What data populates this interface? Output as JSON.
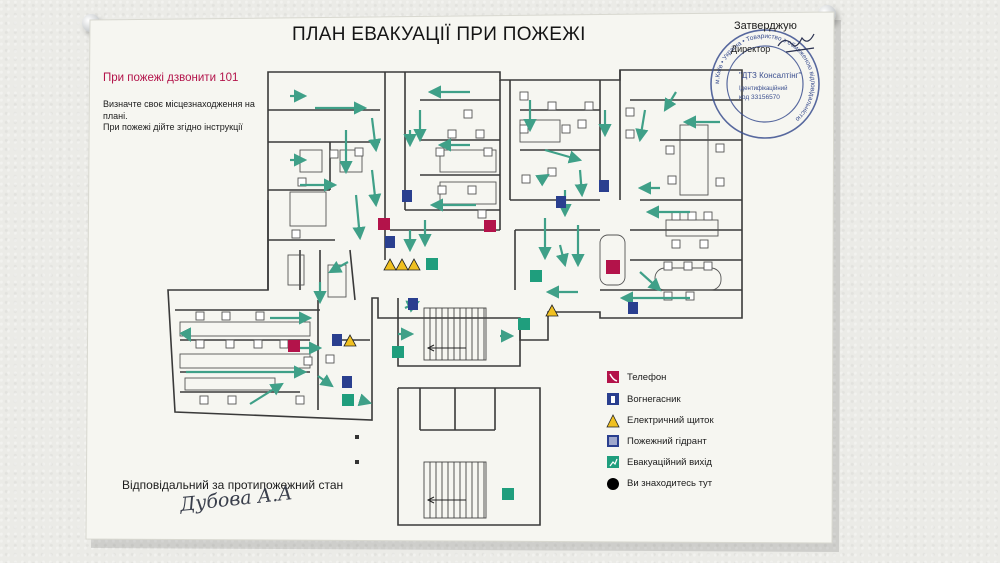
{
  "sign": {
    "title": "ПЛАН ЕВАКУАЦІЇ ПРИ ПОЖЕЖІ",
    "approval": {
      "approve_label": "Затверджую",
      "director_label": "Директор"
    },
    "emergency_call": "При пожежі дзвонити 101",
    "instructions": [
      "Визначте своє місцезнаходження на плані.",
      "При пожежі дійте згідно інструкції"
    ],
    "stamp": {
      "ring_text": "м.Київ • Україна • Товариство з обмеженою відповідальністю",
      "company": "\"ДТЗ Консалтінг\"",
      "id_label": "Ідентифікаційний",
      "id_code": "код 33156570"
    },
    "legend": [
      {
        "icon": "phone-icon",
        "label": "Телефон",
        "color": "#b3134a"
      },
      {
        "icon": "fire-extinguisher-icon",
        "label": "Вогнегасник",
        "color": "#2a3f8f"
      },
      {
        "icon": "electrical-panel-warning-icon",
        "label": "Електричний щиток",
        "color": "#f0c020"
      },
      {
        "icon": "fire-hydrant-icon",
        "label": "Пожежний гідрант",
        "color": "#2a3f8f"
      },
      {
        "icon": "evacuation-exit-icon",
        "label": "Евакуаційний вихід",
        "color": "#1f9e7d"
      },
      {
        "icon": "you-are-here-dot-icon",
        "label": "Ви знаходитесь тут",
        "color": "#000000"
      }
    ],
    "responsible_label": "Відповідальний за протипожежний стан",
    "responsible_signature": "Дубова А.А",
    "colors": {
      "arrow": "#3fa088",
      "wall": "#3a3a3a",
      "accent_red": "#b3134a",
      "stamp": "#3b4f8f"
    }
  }
}
